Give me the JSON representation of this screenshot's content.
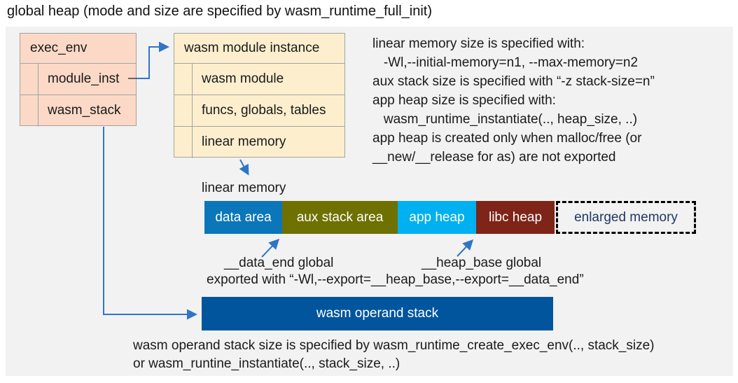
{
  "title": "global heap (mode and size are specified by wasm_runtime_full_init)",
  "exec_env_box": {
    "header": "exec_env",
    "rows": [
      "module_inst",
      "wasm_stack"
    ]
  },
  "module_instance_box": {
    "header": "wasm module instance",
    "rows": [
      "wasm module",
      "funcs, globals, tables",
      "linear memory"
    ]
  },
  "notes_right": {
    "lines": [
      "linear memory size is specified with:",
      "   -Wl,--initial-memory=n1, --max-memory=n2",
      "aux stack size is specified with “-z stack-size=n”",
      "app heap size is specified with:",
      "   wasm_runtime_instantiate(.., heap_size, ..)",
      "app heap is created only when malloc/free (or",
      "__new/__release for as) are not exported"
    ]
  },
  "linear_memory": {
    "label": "linear memory",
    "segments": [
      {
        "label": "data area",
        "color": "#0b76b9"
      },
      {
        "label": "aux stack area",
        "color": "#6e7000"
      },
      {
        "label": "app heap",
        "color": "#00b0f0"
      },
      {
        "label": "libc heap",
        "color": "#7e2418"
      },
      {
        "label": "enlarged memory",
        "color": "dashed-outline",
        "text_color": "#1f3864"
      }
    ]
  },
  "annotations": {
    "data_end": "__data_end global",
    "heap_base": "__heap_base global",
    "exported": "exported with “-Wl,--export=__heap_base,--export=__data_end”"
  },
  "operand_stack": {
    "label": "wasm operand stack"
  },
  "notes_bottom": {
    "lines": [
      "wasm operand stack size is specified by wasm_runtime_create_exec_env(.., stack_size)",
      "or wasm_runtine_instantiate(.., stack_size, ..)"
    ]
  },
  "colors": {
    "panel_bg": "#f2f2f2",
    "exec_env_fill": "#fbd9c6",
    "module_instance_fill": "#fdefcd",
    "box_border": "#a3a3a3",
    "data_area": "#0b76b9",
    "aux_stack_area": "#6e7000",
    "app_heap": "#00b0f0",
    "libc_heap": "#7e2418",
    "operand_stack": "#00559c",
    "enlarged_memory_text": "#1f3864",
    "arrow": "#2e75c8"
  }
}
